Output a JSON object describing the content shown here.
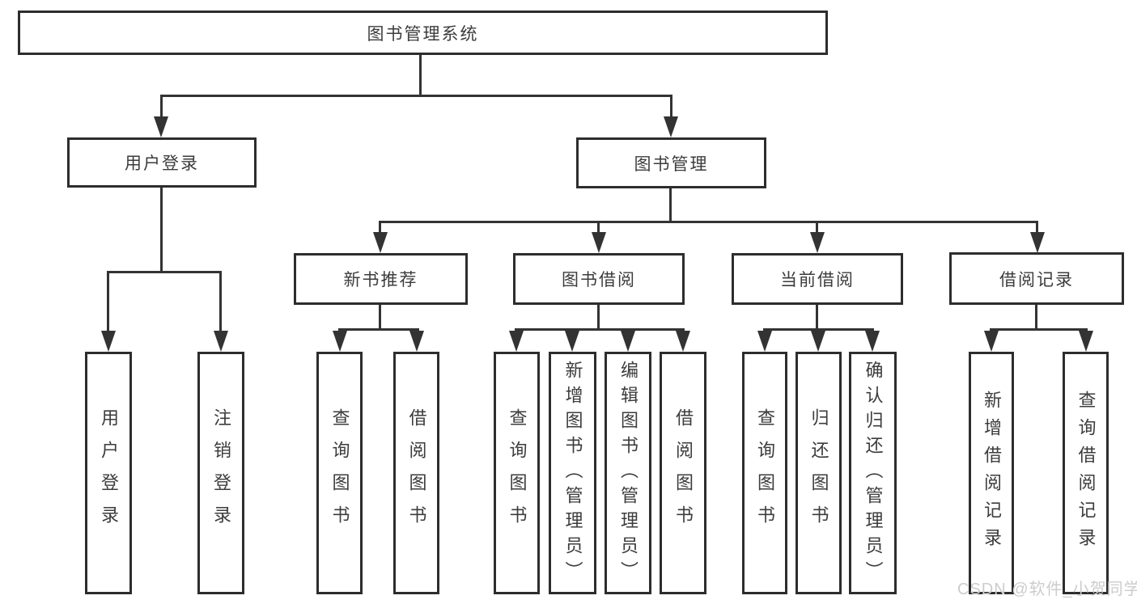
{
  "nodes": {
    "root": "图书管理系统",
    "branches": [
      {
        "label": "用户登录",
        "children": [
          "用户登录",
          "注销登录"
        ]
      },
      {
        "label": "图书管理"
      }
    ],
    "modules": [
      {
        "label": "新书推荐",
        "children": [
          "查询图书",
          "借阅图书"
        ]
      },
      {
        "label": "图书借阅",
        "children": [
          "查询图书",
          "新增图书（管理员）",
          "编辑图书（管理员）",
          "借阅图书"
        ]
      },
      {
        "label": "当前借阅",
        "children": [
          "查询图书",
          "归还图书",
          "确认归还（管理员）"
        ]
      },
      {
        "label": "借阅记录",
        "children": [
          "新增借阅记录",
          "查询借阅记录"
        ]
      }
    ]
  },
  "watermark": "CSDN @软件_小贺同学",
  "colors": {
    "line": "#333333",
    "border": "#2d2d2d",
    "text": "#3c3c3c",
    "watermark": "#cccccc",
    "background": "#ffffff"
  }
}
